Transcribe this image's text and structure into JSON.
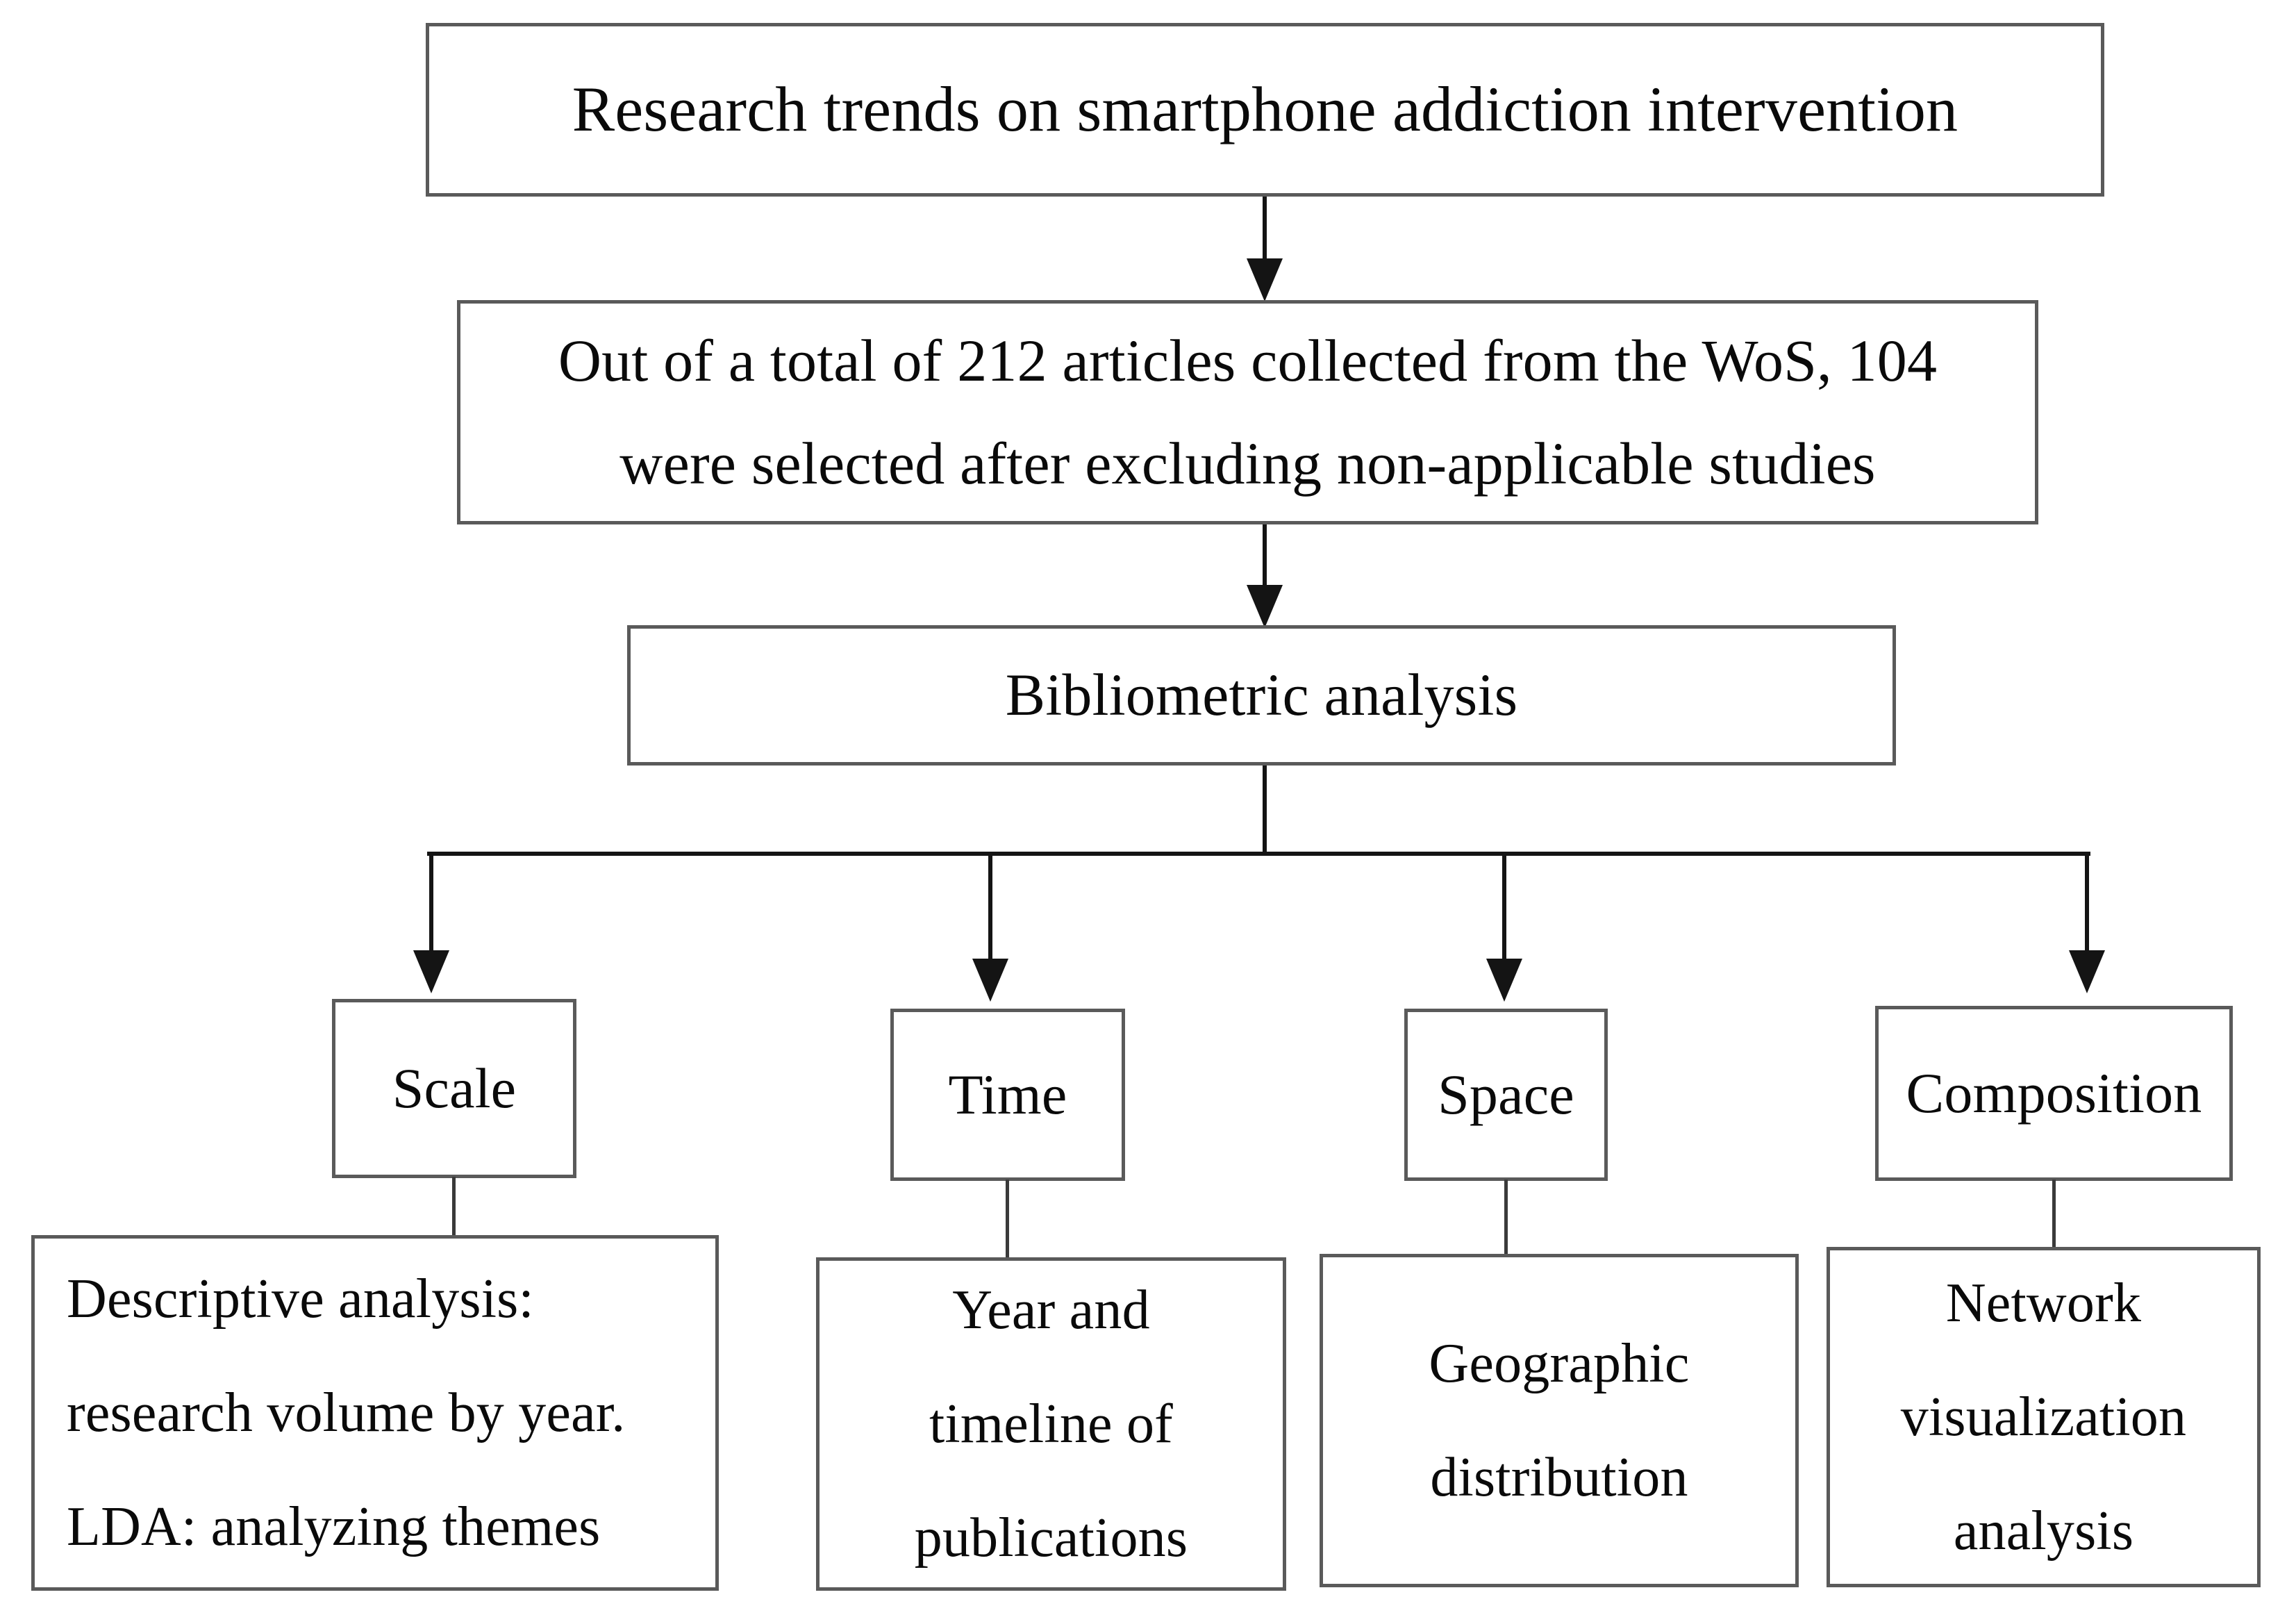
{
  "diagram": {
    "title_box": {
      "label": "Research trends on smartphone addiction intervention"
    },
    "selection_box": {
      "line1": "Out of a total of 212 articles collected from the WoS, 104",
      "line2": "were selected after excluding non-applicable studies",
      "total_articles": 212,
      "selected_articles": 104,
      "database": "WoS"
    },
    "method_box": {
      "label": "Bibliometric analysis"
    },
    "categories": [
      {
        "label": "Scale"
      },
      {
        "label": "Time"
      },
      {
        "label": "Space"
      },
      {
        "label": "Composition"
      }
    ],
    "details": [
      {
        "line1": "Descriptive analysis:",
        "line2": "research volume by year.",
        "line3": "LDA: analyzing themes"
      },
      {
        "line1": "Year and",
        "line2": "timeline of",
        "line3": "publications"
      },
      {
        "line1": "Geographic",
        "line2": "distribution",
        "line3": ""
      },
      {
        "line1": "Network",
        "line2": "visualization",
        "line3": "analysis"
      }
    ],
    "colors": {
      "box_border": "#5a5a5a",
      "connector": "#141414",
      "text": "#0a0a0a",
      "background": "#ffffff"
    }
  }
}
